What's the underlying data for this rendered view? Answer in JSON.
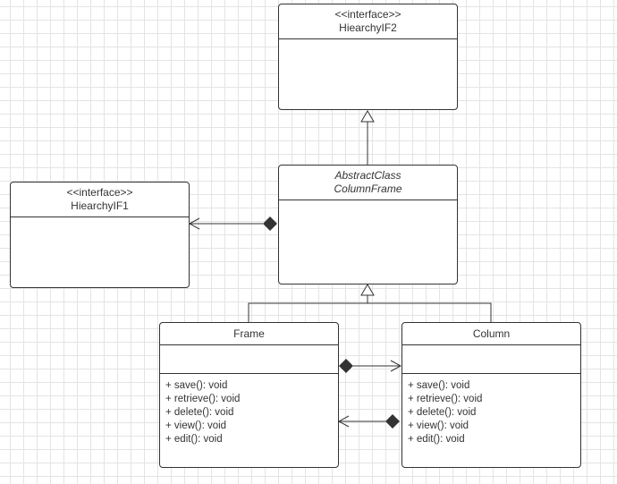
{
  "classes": {
    "hierarchy_if2": {
      "stereotype": "<<interface>>",
      "name": "HiearchyIF2"
    },
    "abstract_column_frame": {
      "line1": "AbstractClass",
      "line2": "ColumnFrame"
    },
    "hierarchy_if1": {
      "stereotype": "<<interface>>",
      "name": "HiearchyIF1"
    },
    "frame": {
      "name": "Frame",
      "operations": [
        "+ save(): void",
        "+ retrieve(): void",
        "+ delete(): void",
        "+ view(): void",
        "+ edit(): void"
      ]
    },
    "column": {
      "name": "Column",
      "operations": [
        "+ save(): void",
        "+ retrieve(): void",
        "+ delete(): void",
        "+ view(): void",
        "+ edit(): void"
      ]
    }
  },
  "colors": {
    "line": "#333333",
    "grid": "#e4e4e4",
    "background": "#ffffff"
  }
}
